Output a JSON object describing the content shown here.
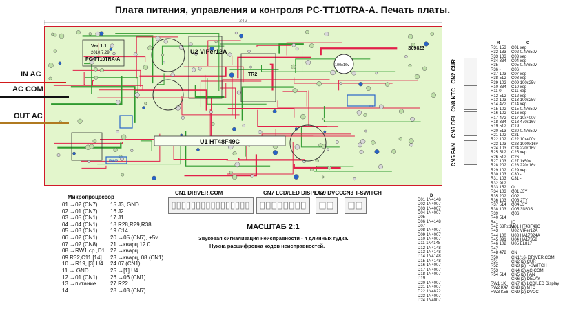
{
  "title": "Плата питания, управления и контроля PC-TT10TRA-A. Печать платы.",
  "board": {
    "dimension": "242",
    "version": "Ver:1.1",
    "date": "2010.7.29",
    "model": "PC-TT10TRA-A",
    "chip_u2": "U2 VIPer12A",
    "chip_u1": "U1  HT48F49C",
    "code": "S09823",
    "tr_label": "TR2",
    "cap_label": "100x16v",
    "rw2": "RW2",
    "colors": {
      "board": "#e3f6cc",
      "copper_red": "#e2204a",
      "copper_green": "#2f9a2f",
      "outline": "#d11a2a",
      "pad_blue": "#2763c8"
    }
  },
  "io_labels": [
    {
      "text": "IN AC",
      "wire_color": "#d11a1a"
    },
    {
      "text": "AC COM",
      "wire_color": "#111111"
    },
    {
      "text": "OUT AC",
      "wire_color": "#b07a20"
    }
  ],
  "bottom_connectors": [
    {
      "label": "CN1  DRIVER.COM"
    },
    {
      "label": "CN7 LCD/LED DISPLAY"
    },
    {
      "label": "CN9 DVCC"
    },
    {
      "label": "CN3 T-SWITCH"
    }
  ],
  "scale": "МАСШТАБ 2:1",
  "note_line1": "Звуковая сигнализация неисправности - 4 длинных гудка.",
  "note_line2": "Нужна расшифровка кодов неисправностей.",
  "mcu": {
    "heading": "Микропроцессор",
    "left": [
      "01 →02 (CN7)",
      "02 →01 (CN7)",
      "03 →05 (CN1)",
      "04 →04 (CN1)",
      "05 →03 (CN1)",
      "06 →02 (CN1)",
      "07 →02 (CN8)",
      "08 →RW1 ср.,D1",
      "09      R32,C11,[14]",
      "10 →R19, [3] U4",
      "11 →   GND",
      "12 →01 (CN1)",
      "13 →питание",
      "14"
    ],
    "right": [
      "15       J3, GND",
      "16       J2",
      "17       J1",
      "18       R28,R29,R38",
      "19       C14",
      "20 →05 (CN7), +5v",
      "21 →кварц 12.0",
      "22 →кварц",
      "23 →кварц, 08 (CN1)",
      "24       07 (CN1)",
      "25 →[1] U4",
      "26 →06 (CN1)",
      "27       R22",
      "28 →03 (CN7)"
    ]
  },
  "tables": {
    "R": {
      "header": "R",
      "rows": [
        "R31 153",
        "R32 133",
        "R33 103",
        "R34 334",
        "R35   -",
        "R36   -",
        "R37 103",
        "R38 512",
        "R39 102",
        "R10 334",
        "R11   0",
        "R12 512",
        "R13 103",
        "R14 472",
        "R15 102",
        "R16 102",
        "R17 472",
        "R18 334",
        "R19 512",
        "R20 513",
        "R21 102",
        "R22 102",
        "R23 103",
        "R24 103",
        "R25 512",
        "R26 512",
        "R27 103",
        "R28 202",
        "R29 102",
        "R30 103",
        "R31 103",
        "R32 912",
        "R33 152",
        "R34 103",
        "R35 202",
        "R36 103",
        "R37 514",
        "R38 103",
        "R39",
        "R40 514",
        "R41",
        "R42 68Rx1W",
        "R43",
        "R44 100",
        "R45 391",
        "R46 102",
        "R47",
        "R48 472",
        "R50",
        "R51",
        "R52",
        "R53",
        "R54 514",
        "",
        "RW1  1K",
        "RW2  K47",
        "RW3  K56"
      ]
    },
    "C": {
      "header": "C",
      "rows": [
        "C01  хер",
        "C02  0.47x50v",
        "C03  хер",
        "C04  хер",
        "C05  0.47x50v",
        "C06",
        "C07  хер",
        "C08  хер",
        "C09  100x25v",
        "C10  хер",
        "C11  хер",
        "C12  хер",
        "C13  100x25v",
        "C14  хер",
        "C15  0.47x50v",
        "C16  хер",
        "C17  10x400v",
        "C18  470x16v",
        "C19",
        "C20  0.47x50v",
        "C21",
        "C22  10x400v",
        "C23  1000x16v",
        "C24  220x16v",
        "C25  хер",
        "C26",
        "C27  1x50v",
        "C28  220x16v",
        "C29  хер",
        "C30   -",
        "C31   -",
        "",
        "Q",
        "Q01 J3Y",
        "Q02",
        "Q03 2TY",
        "Q04 J3Y",
        "Q05 3N60S",
        "Q06",
        "",
        "IC",
        "U01 HT48F49C",
        "U02 VIPer12A",
        "U03 HA17324A",
        "U04 HA17358",
        "U05 EL817",
        "",
        "CN",
        "CN1(16) DRIVER.COM",
        "CN2 (2)  CUR",
        "CN3 (2)  T-SWITCH",
        "CN4 (3)  AC-COM",
        "CN5 (2)  FAN",
        "CN6 (2)  DELAY",
        "CN7 (8)  LCD/LED Display",
        "CN8 (2)  NTC",
        "CN9 (2)  DVCC"
      ]
    },
    "D": {
      "header": "D",
      "rows": [
        "D01 1N4148",
        "D02 1N4007",
        "D03 1N4007",
        "D04 1N4007",
        "D05",
        "D06 1N4148",
        "D07",
        "D08 1N4007",
        "D09 1N4007",
        "D10 1N4007",
        "D11 1N4148",
        "D12 1N4148",
        "D13 1N4148",
        "D14 1N4148",
        "D15 1N4148",
        "D16 1N4007",
        "D17 1N4007",
        "D18 1N4007",
        "D19",
        "D20 1N4007",
        "D21 1N4007",
        "D22 1N4822",
        "D23 1N4007",
        "D24 1N4007"
      ]
    }
  },
  "side_connectors": [
    {
      "label": "CN2 CUR"
    },
    {
      "label": "CN8 NTC"
    },
    {
      "label": "CN6 DEL"
    },
    {
      "label": "CN5 FAN"
    }
  ]
}
